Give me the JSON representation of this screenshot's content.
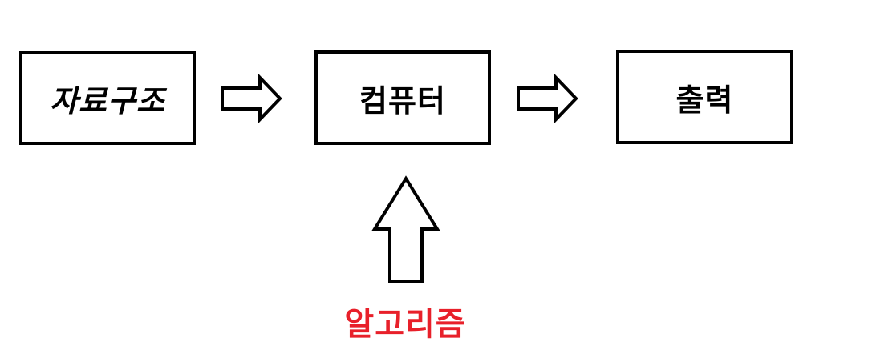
{
  "boxes": {
    "data_structure": "자료구조",
    "computer": "컴퓨터",
    "output": "출력"
  },
  "algorithm": {
    "label": "알고리즘",
    "color": "#e8202a"
  },
  "colors": {
    "border": "#000000",
    "background": "#ffffff"
  },
  "icons": {
    "flow_arrow": "hollow-right-arrow",
    "input_arrow": "hollow-up-arrow"
  }
}
